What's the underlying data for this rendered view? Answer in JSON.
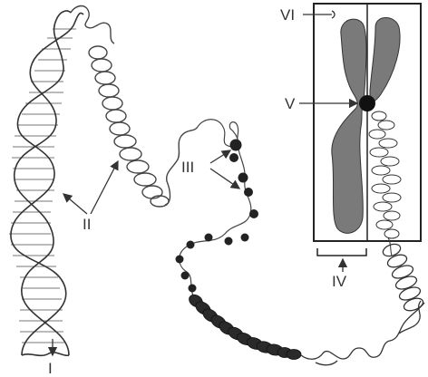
{
  "figure": {
    "labels": {
      "I": "I",
      "II": "II",
      "III": "III",
      "IV": "IV",
      "V": "V",
      "VI": "VI"
    },
    "colors": {
      "ink": "#333333",
      "chromatid_fill": "#7a7a7a",
      "centromere": "#111111",
      "background": "#ffffff"
    }
  }
}
